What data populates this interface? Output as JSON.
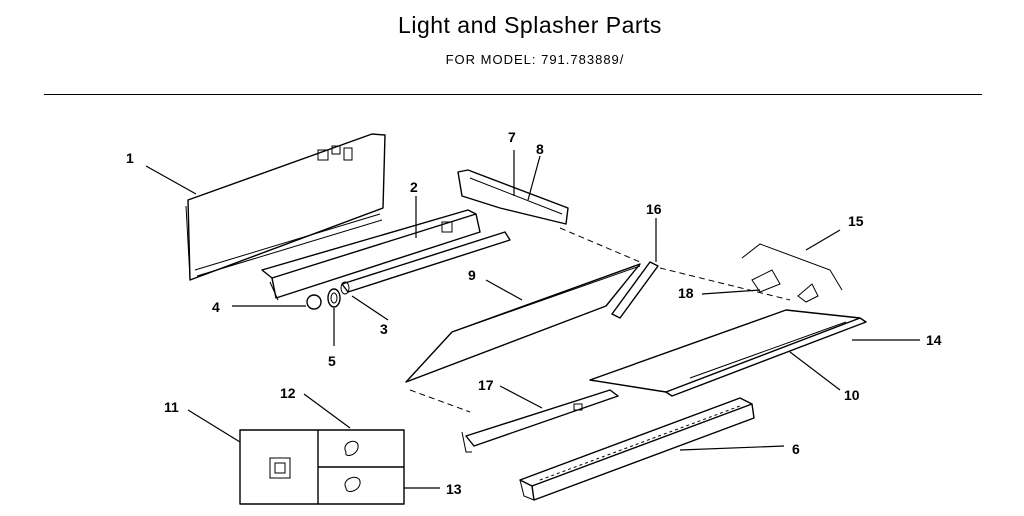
{
  "header": {
    "title": "Light and Splasher Parts",
    "subtitle": "FOR MODEL:  791.783889/"
  },
  "callouts": [
    "1",
    "2",
    "3",
    "4",
    "5",
    "6",
    "7",
    "8",
    "9",
    "10",
    "11",
    "12",
    "13",
    "14",
    "15",
    "16",
    "17",
    "18"
  ]
}
